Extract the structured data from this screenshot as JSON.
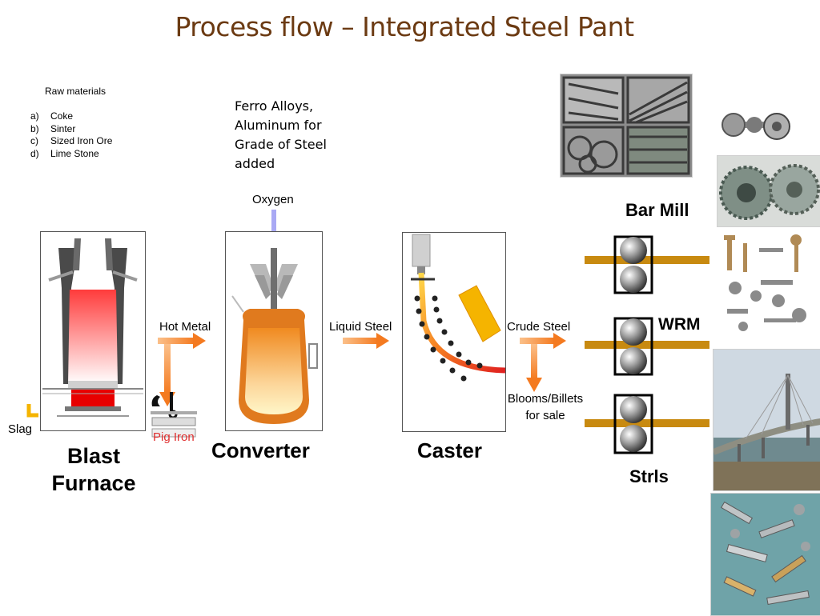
{
  "title": "Process flow – Integrated Steel Pant",
  "raw_materials": {
    "heading": "Raw materials",
    "items": [
      {
        "key": "a)",
        "label": "Coke"
      },
      {
        "key": "b)",
        "label": "Sinter"
      },
      {
        "key": "c)",
        "label": "Sized Iron Ore"
      },
      {
        "key": "d)",
        "label": "Lime Stone"
      }
    ]
  },
  "ferro_note": "Ferro Alloys, Aluminum for Grade of Steel added",
  "labels": {
    "oxygen": "Oxygen",
    "hot_metal": "Hot Metal",
    "liquid_steel": "Liquid Steel",
    "crude_steel": "Crude Steel",
    "blooms_billets": "Blooms/Billets for sale",
    "slag": "Slag",
    "pig_iron": "Pig Iron"
  },
  "stages": {
    "blast_furnace": "Blast Furnace",
    "converter": "Converter",
    "caster": "Caster"
  },
  "mills": {
    "bar_mill": "Bar Mill",
    "wrm": "WRM",
    "strls": "Strls"
  },
  "colors": {
    "title": "#6b3a12",
    "arrow": "#f07a2a",
    "oxygen_arrow": "#9b9bf2",
    "pig_iron": "#e03030",
    "rod": "#c88a10"
  },
  "icons": [
    "steel-products-photo",
    "axle-photo",
    "gears-photo",
    "fasteners-photo",
    "bridge-photo",
    "bolts-photo"
  ]
}
